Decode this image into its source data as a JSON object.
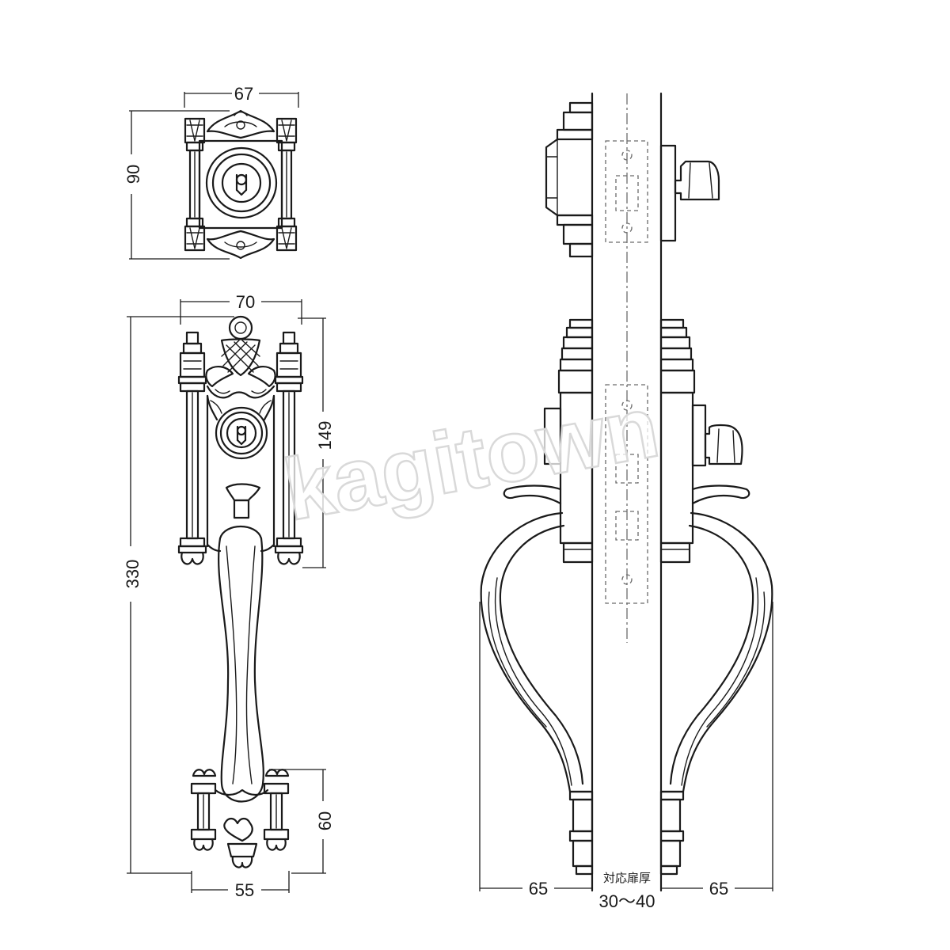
{
  "dimensions": {
    "cylinder_width": "67",
    "cylinder_height": "90",
    "plate_width": "70",
    "total_height": "330",
    "upper_section": "149",
    "lower_section": "60",
    "base_width": "55",
    "projection_left": "65",
    "projection_right": "65",
    "door_thickness_label": "対応扉厚",
    "door_thickness_range": "30～40"
  },
  "watermark": "kagitown"
}
